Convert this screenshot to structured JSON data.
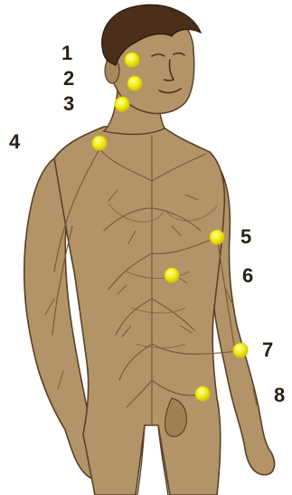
{
  "colors": {
    "skin": "#b39468",
    "skin_shade": "#9a7a50",
    "outline": "#5a4026",
    "veins": "#7a5a36",
    "hair": "#4a2e1a",
    "marker": "#f2ee1a",
    "marker_edge": "#d6c400",
    "label": "#2a2016"
  },
  "markers": [
    {
      "label": "1"
    },
    {
      "label": "2"
    },
    {
      "label": "3"
    },
    {
      "label": "4"
    },
    {
      "label": "5"
    },
    {
      "label": "6"
    },
    {
      "label": "7"
    },
    {
      "label": "8"
    }
  ]
}
